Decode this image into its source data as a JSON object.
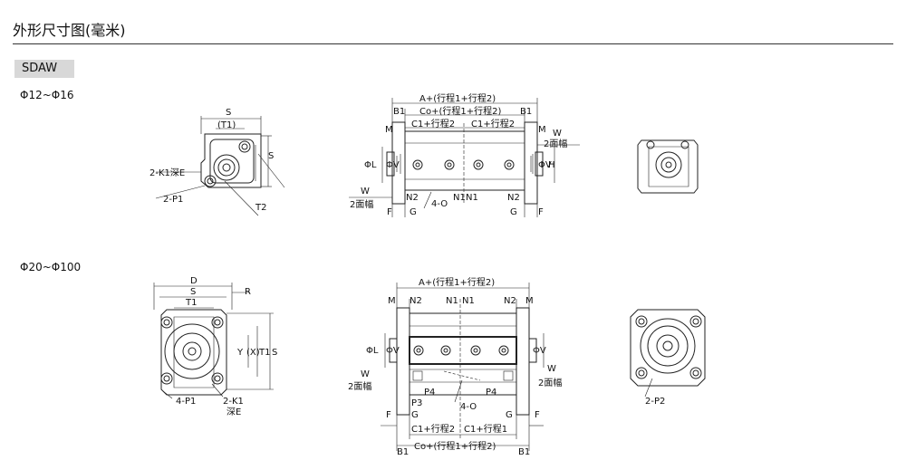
{
  "header": {
    "title": "外形尺寸图(毫米)",
    "model": "SDAW"
  },
  "groups": [
    {
      "range": "Φ12~Φ16"
    },
    {
      "range": "Φ20~Φ100"
    }
  ],
  "labels": {
    "S": "S",
    "T1p": "(T1)",
    "T1": "T1",
    "T2": "T2",
    "D": "D",
    "R": "R",
    "K1E": "2-K1深E",
    "K1": "2-K1",
    "deepE": "深E",
    "P1": "2-P1",
    "P1b": "4-P1",
    "P2": "2-P2",
    "A": "A+(行程1+行程2)",
    "Co": "Co+(行程1+行程2)",
    "C1": "C1+行程2",
    "C1b": "C1+行程1",
    "B1": "B1",
    "M": "M",
    "W": "W",
    "wface": "2面幅",
    "phiL": "ΦL",
    "phiV": "ΦV",
    "H": "H",
    "N2": "N2",
    "N1": "N1",
    "O": "4-O",
    "G": "G",
    "F": "F",
    "P3": "P3",
    "P4": "P4",
    "X": "(X)",
    "Y": "Y"
  }
}
